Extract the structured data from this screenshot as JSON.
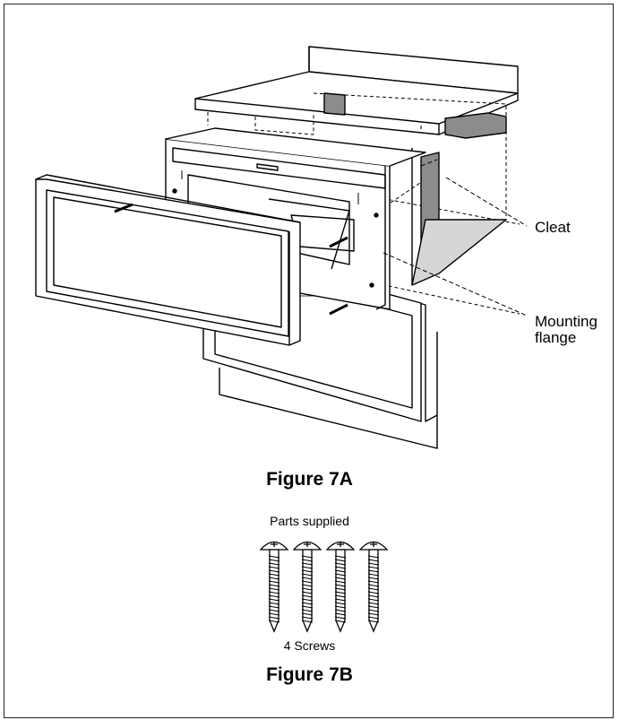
{
  "callouts": {
    "cleat": "Cleat",
    "mounting_flange_line1": "Mounting",
    "mounting_flange_line2": "flange"
  },
  "figure_7a": {
    "title": "Figure 7A"
  },
  "figure_7b": {
    "title": "Figure 7B",
    "parts_caption": "Parts supplied",
    "screws_caption": "4 Screws",
    "screw_count": 4
  },
  "colors": {
    "line": "#000000",
    "cleat_fill": "#8c8c8c",
    "shelf_fill": "#d6d6d6"
  }
}
